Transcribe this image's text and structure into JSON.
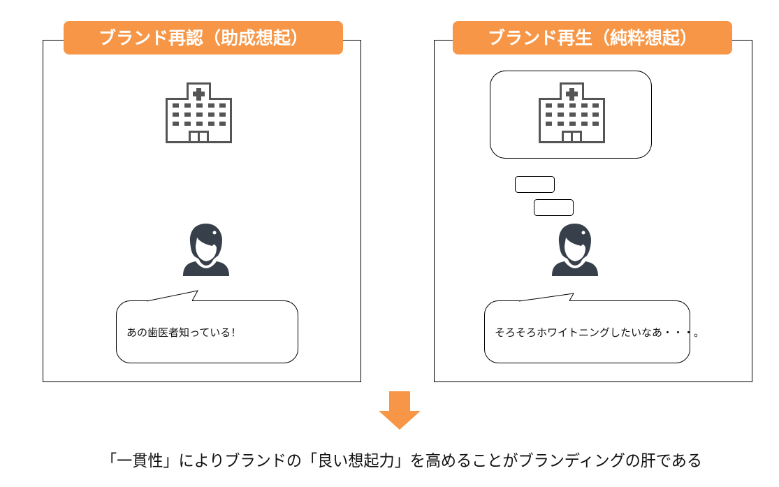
{
  "colors": {
    "accent": "#F79646",
    "icon_gray": "#555555",
    "person": "#37404A"
  },
  "left_panel": {
    "title": "ブランド再認（助成想起）",
    "speech": "あの歯医者知っている！",
    "icons": [
      "hospital-icon",
      "person-icon"
    ]
  },
  "right_panel": {
    "title": "ブランド再生（純粋想起）",
    "speech": "そろそろホワイトニングしたいなあ・・・。",
    "icons": [
      "hospital-icon",
      "person-icon"
    ]
  },
  "conclusion": "「一貫性」によりブランドの「良い想起力」を高めることがブランディングの肝である"
}
